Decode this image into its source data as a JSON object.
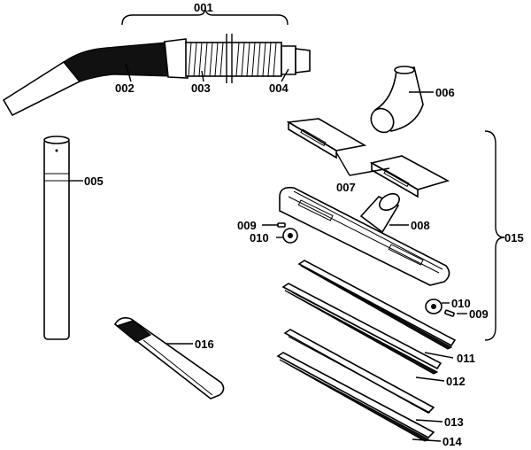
{
  "labels": {
    "l001": "001",
    "l002": "002",
    "l003": "003",
    "l004": "004",
    "l005": "005",
    "l006": "006",
    "l007": "007",
    "l008": "008",
    "l009a": "009",
    "l010a": "010",
    "l010b": "010",
    "l009b": "009",
    "l011": "011",
    "l012": "012",
    "l013": "013",
    "l014": "014",
    "l015": "015",
    "l016": "016"
  }
}
